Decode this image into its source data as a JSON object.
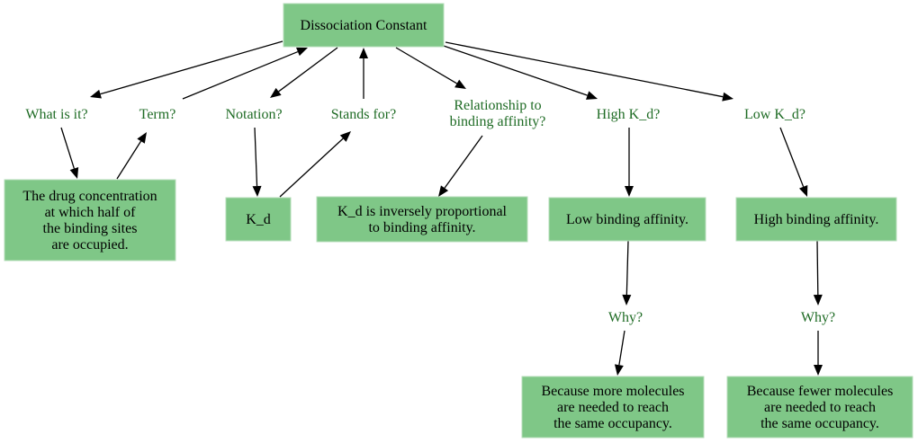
{
  "diagram": {
    "colors": {
      "box_fill": "#7fc787",
      "question_text": "#1e6b24",
      "edge": "#000000"
    },
    "root": {
      "id": "root",
      "lines": [
        "Dissociation Constant"
      ]
    },
    "questions": [
      {
        "id": "q_what",
        "lines": [
          "What is it?"
        ]
      },
      {
        "id": "q_term",
        "lines": [
          "Term?"
        ]
      },
      {
        "id": "q_notation",
        "lines": [
          "Notation?"
        ]
      },
      {
        "id": "q_stands",
        "lines": [
          "Stands for?"
        ]
      },
      {
        "id": "q_rel",
        "lines": [
          "Relationship to",
          "binding affinity?"
        ]
      },
      {
        "id": "q_high",
        "lines": [
          "High K_d?"
        ]
      },
      {
        "id": "q_low",
        "lines": [
          "Low K_d?"
        ]
      },
      {
        "id": "q_why1",
        "lines": [
          "Why?"
        ]
      },
      {
        "id": "q_why2",
        "lines": [
          "Why?"
        ]
      }
    ],
    "answers": [
      {
        "id": "a_def",
        "lines": [
          "The drug concentration",
          "at which half of",
          "the binding sites",
          "are occupied."
        ]
      },
      {
        "id": "a_kd",
        "lines": [
          "K_d"
        ]
      },
      {
        "id": "a_inverse",
        "lines": [
          "K_d is inversely proportional",
          "to binding affinity."
        ]
      },
      {
        "id": "a_lowaff",
        "lines": [
          "Low binding affinity."
        ]
      },
      {
        "id": "a_highaff",
        "lines": [
          "High binding affinity."
        ]
      },
      {
        "id": "a_more",
        "lines": [
          "Because more molecules",
          "are needed to reach",
          "the same occupancy."
        ]
      },
      {
        "id": "a_fewer",
        "lines": [
          "Because fewer molecules",
          "are needed to reach",
          "the same occupancy."
        ]
      }
    ],
    "edges": [
      {
        "from": "root",
        "to": "q_what"
      },
      {
        "from": "q_what",
        "to": "a_def"
      },
      {
        "from": "a_def",
        "to": "q_term"
      },
      {
        "from": "q_term",
        "to": "root"
      },
      {
        "from": "root",
        "to": "q_notation"
      },
      {
        "from": "q_notation",
        "to": "a_kd"
      },
      {
        "from": "a_kd",
        "to": "q_stands"
      },
      {
        "from": "q_stands",
        "to": "root"
      },
      {
        "from": "root",
        "to": "q_rel"
      },
      {
        "from": "q_rel",
        "to": "a_inverse"
      },
      {
        "from": "root",
        "to": "q_high"
      },
      {
        "from": "q_high",
        "to": "a_lowaff"
      },
      {
        "from": "a_lowaff",
        "to": "q_why1"
      },
      {
        "from": "q_why1",
        "to": "a_more"
      },
      {
        "from": "root",
        "to": "q_low"
      },
      {
        "from": "q_low",
        "to": "a_highaff"
      },
      {
        "from": "a_highaff",
        "to": "q_why2"
      },
      {
        "from": "q_why2",
        "to": "a_fewer"
      }
    ]
  }
}
